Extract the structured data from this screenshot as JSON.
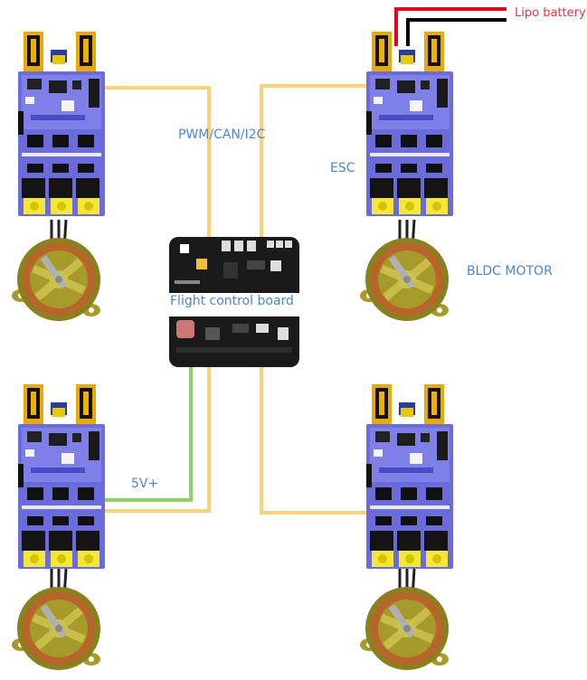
{
  "labels": {
    "battery": "Lipo battery",
    "bus": "PWM/CAN/I2C",
    "esc": "ESC",
    "motor": "BLDC MOTOR",
    "fc": "Flight control board",
    "power": "5V+"
  },
  "colors": {
    "label": "#4f86c6",
    "battery_label": "#e0394a",
    "wire_signal": "#f7d27a",
    "wire_power": "#8fd06b",
    "battery_red": "#e8001c",
    "battery_black": "#000000",
    "esc_board": "#6b6bdc",
    "connector": "#f0b000",
    "motor_bell": "#a59a2a",
    "motor_coil": "#b8652c",
    "fc_board": "#1a1a1a"
  },
  "fc_board_text": {
    "title": "Flight control board"
  }
}
